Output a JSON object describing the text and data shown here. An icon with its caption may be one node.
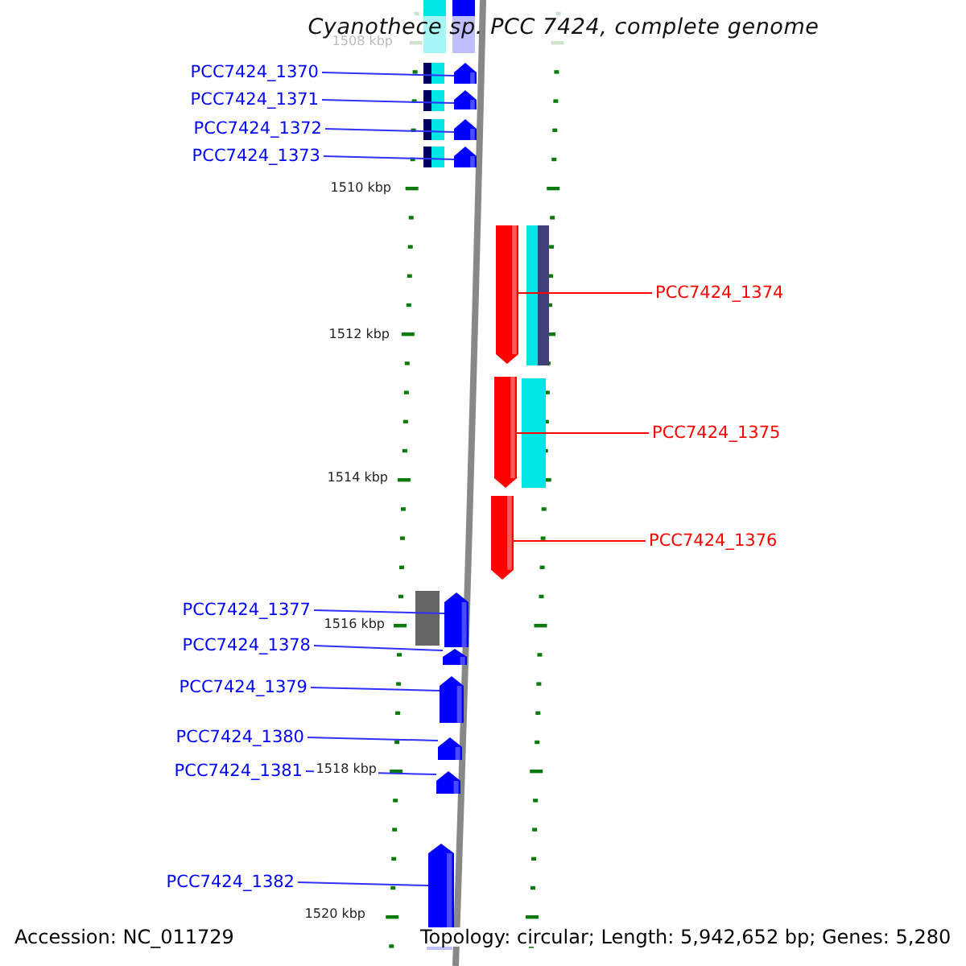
{
  "diagram": {
    "title": "Cyanothece sp. PCC 7424, complete genome",
    "nodes": [
      {
        "text": [
          "PCC7424_1370"
        ]
      },
      {
        "text": [],
        "shape": "pentagon"
      },
      {
        "text": [
          "PCC7424_1371"
        ]
      },
      {
        "text": [],
        "shape": "pentagon"
      },
      {
        "text": [
          "PCC7424_1372"
        ]
      },
      {
        "text": [],
        "shape": "pentagon"
      },
      {
        "text": [
          "PCC7424_1373"
        ]
      },
      {
        "text": [],
        "shape": "pentagon"
      },
      {
        "text": [
          "PCC7424_1374"
        ]
      },
      {
        "text": [],
        "shape": "pentagon"
      },
      {
        "text": [
          "PCC7424_1375"
        ]
      },
      {
        "text": [],
        "shape": "pentagon"
      },
      {
        "text": [
          "PCC7424_1376"
        ]
      },
      {
        "text": [],
        "shape": "pentagon"
      },
      {
        "text": [
          "PCC7424_1377"
        ]
      },
      {
        "text": [],
        "shape": "pentagon"
      },
      {
        "text": [
          "PCC7424_1378"
        ]
      },
      {
        "text": [],
        "shape": "pentagon"
      },
      {
        "text": [
          "PCC7424_1379"
        ]
      },
      {
        "text": [],
        "shape": "pentagon"
      },
      {
        "text": [
          "PCC7424_1380"
        ]
      },
      {
        "text": [],
        "shape": "pentagon"
      },
      {
        "text": [
          "PCC7424_1381"
        ]
      },
      {
        "text": [],
        "shape": "pentagon"
      },
      {
        "text": [
          "PCC7424_1382"
        ]
      },
      {
        "text": [],
        "shape": "pentagon"
      }
    ],
    "edges": [
      {
        "from": 0,
        "to": 1,
        "arrow": "none"
      },
      {
        "from": 2,
        "to": 3,
        "arrow": "none"
      },
      {
        "from": 4,
        "to": 5,
        "arrow": "none"
      },
      {
        "from": 6,
        "to": 7,
        "arrow": "none"
      },
      {
        "from": 8,
        "to": 9,
        "arrow": "none",
        "color": "#ff0000"
      },
      {
        "from": 10,
        "to": 11,
        "arrow": "none",
        "color": "#ff0000"
      },
      {
        "from": 12,
        "to": 13,
        "arrow": "none",
        "color": "#ff0000"
      },
      {
        "from": 14,
        "to": 15,
        "arrow": "none"
      },
      {
        "from": 16,
        "to": 17,
        "arrow": "none"
      },
      {
        "from": 18,
        "to": 19,
        "arrow": "none"
      },
      {
        "from": 20,
        "to": 21,
        "arrow": "none"
      },
      {
        "from": 22,
        "to": 23,
        "arrow": "none"
      },
      {
        "from": 24,
        "to": 25,
        "arrow": "none"
      }
    ],
    "labels": [
      "1508 kbp",
      "1510 kbp",
      "1512 kbp",
      "1514 kbp",
      "1516 kbp",
      "1518 kbp",
      "1520 kbp",
      "Accession: NC_011729",
      "Topology: circular; Length: 5,942,652 bp; Genes: 5,280"
    ]
  }
}
